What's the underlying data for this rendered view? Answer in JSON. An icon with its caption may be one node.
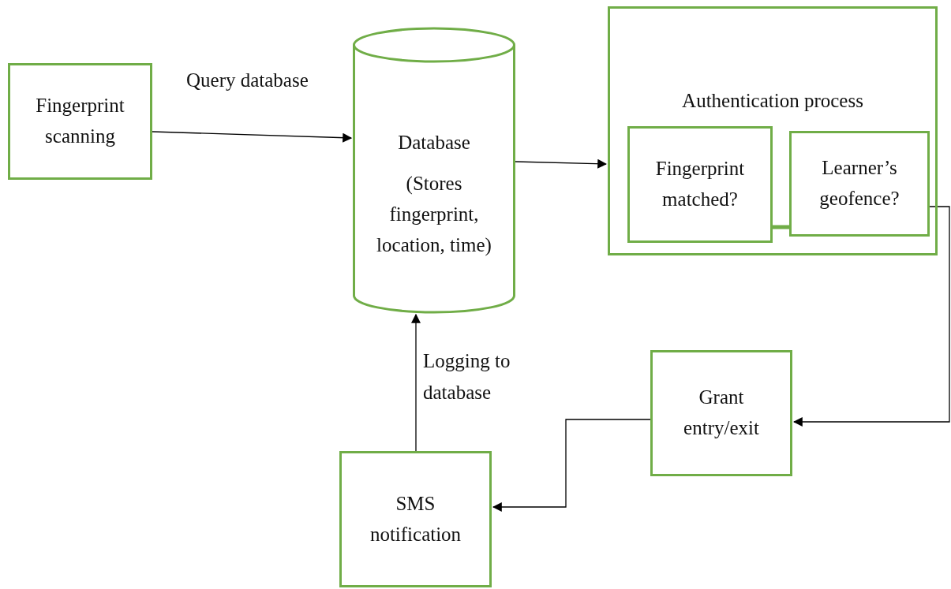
{
  "diagram": {
    "nodes": [
      {
        "text": [
          "Fingerprint scanning"
        ]
      },
      {
        "text": [
          "Database",
          "(Stores fingerprint, location, time)"
        ]
      },
      {
        "text": [
          "Authentication process"
        ]
      },
      {
        "text": [
          "Fingerprint matched?"
        ],
        "in": 2
      },
      {
        "text": [
          "Learner’s geofence?"
        ],
        "in": 2
      },
      {
        "text": [
          "Grant entry/exit"
        ]
      },
      {
        "text": [
          "SMS notification"
        ]
      }
    ],
    "edges": [
      {
        "from": 0,
        "to": 1,
        "arrow": "to",
        "label": "Query database"
      },
      {
        "from": 1,
        "to": 2,
        "arrow": "to"
      },
      {
        "from": 3,
        "to": 4,
        "arrow": "none",
        "style": "thick",
        "color": "#70ad47"
      },
      {
        "from": 4,
        "to": 5,
        "arrow": "to"
      },
      {
        "from": 5,
        "to": 6,
        "arrow": "to"
      },
      {
        "from": 6,
        "to": 1,
        "arrow": "to",
        "label": "Logging to database"
      }
    ]
  }
}
